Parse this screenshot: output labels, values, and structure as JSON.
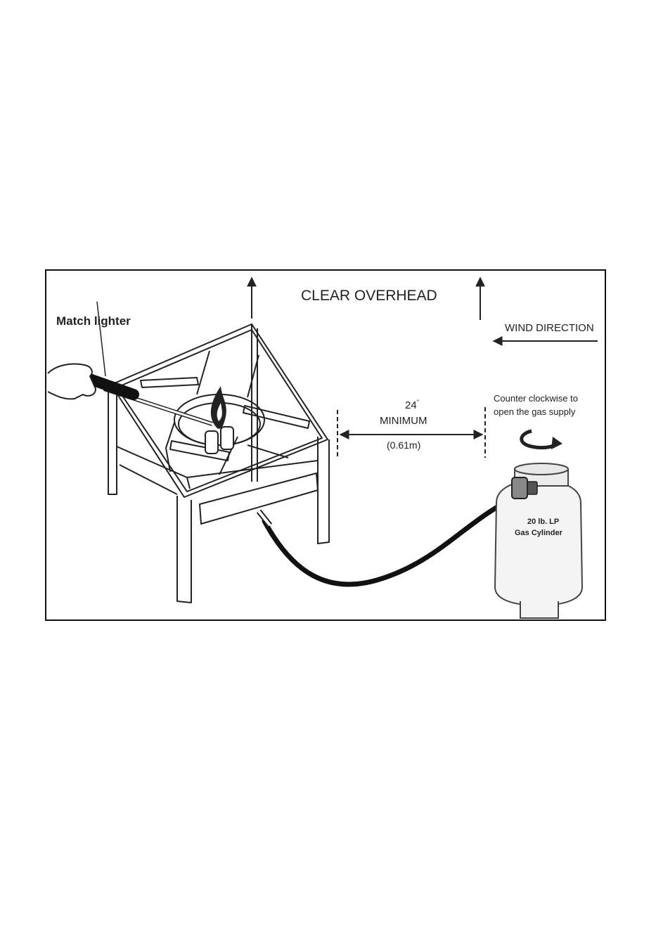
{
  "diagram": {
    "labels": {
      "clear_overhead": "CLEAR OVERHEAD",
      "wind_direction": "WIND DIRECTION",
      "match_lighter": "Match lighter",
      "distance_value": "24",
      "distance_unit": "\"",
      "distance_minimum": "MINIMUM",
      "distance_metric": "(0.61m)",
      "valve_instruction_line1": "Counter clockwise to",
      "valve_instruction_line2": "open the gas supply",
      "cylinder_line1": "20 lb. LP",
      "cylinder_line2": "Gas Cylinder"
    },
    "colors": {
      "line": "#222222",
      "hose": "#111111",
      "cylinder": "#f4f4f4"
    }
  }
}
